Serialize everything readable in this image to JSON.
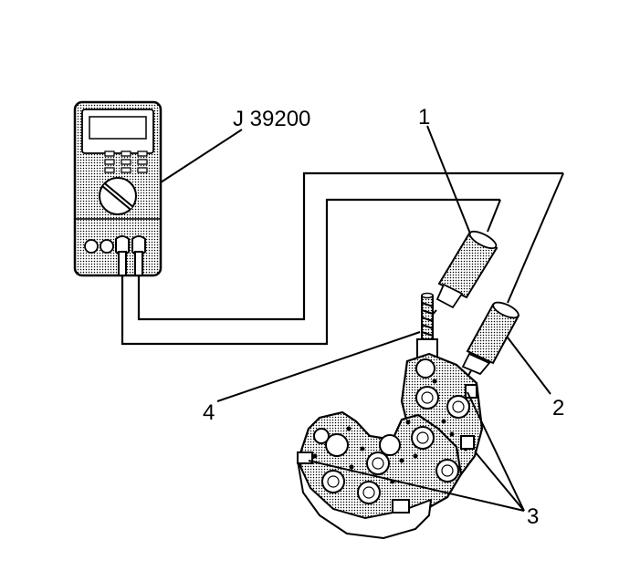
{
  "callouts": {
    "tool": "J 39200",
    "c1": "1",
    "c2": "2",
    "c3": "3",
    "c4": "4"
  },
  "colors": {
    "ink": "#000000",
    "fill": "#d9d9d9",
    "background": "#ffffff"
  }
}
